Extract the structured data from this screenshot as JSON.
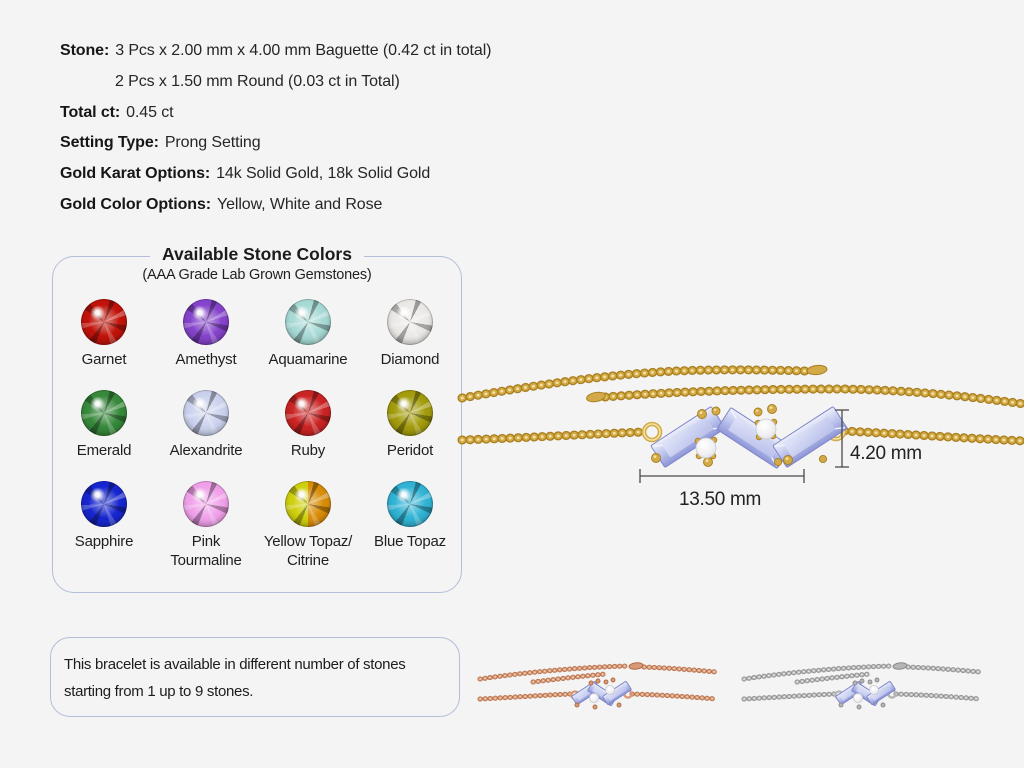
{
  "css_vars": {
    "--bg": "#f4f4f4",
    "--text": "#222222",
    "--border-blue": "#b2bfd6",
    "--stone-light": "#eef0fb",
    "--stone-mid": "#b9c0ea",
    "--stone-dark": "#8e96d8",
    "--stone-inner": "#dfe3f8"
  },
  "specs": {
    "rows": [
      {
        "label": "Stone:",
        "value": "3 Pcs x 2.00 mm x 4.00 mm Baguette (0.42 ct in total)"
      },
      {
        "label": "",
        "value": "2 Pcs x 1.50 mm Round (0.03 ct in Total)"
      },
      {
        "label": "Total ct:",
        "value": "0.45 ct"
      },
      {
        "label": "Setting Type:",
        "value": "Prong Setting"
      },
      {
        "label": "Gold Karat Options:",
        "value": "14k Solid Gold, 18k Solid Gold"
      },
      {
        "label": "Gold Color Options:",
        "value": "Yellow, White and Rose"
      }
    ]
  },
  "stone_panel": {
    "title": "Available Stone Colors",
    "subtitle": "(AAA Grade Lab Grown Gemstones)",
    "stones": [
      {
        "name": "Garnet",
        "color": "#c1130a",
        "dark": "#5e0505"
      },
      {
        "name": "Amethyst",
        "color": "#8544cb",
        "dark": "#41187e"
      },
      {
        "name": "Aquamarine",
        "color": "#a7dad5",
        "dark": "#5ba59f"
      },
      {
        "name": "Diamond",
        "color": "#ebe9e6",
        "dark": "#b5b3ae"
      },
      {
        "name": "Emerald",
        "color": "#37893b",
        "dark": "#124716"
      },
      {
        "name": "Alexandrite",
        "color": "#cbd2ee",
        "dark": "#949ecf"
      },
      {
        "name": "Ruby",
        "color": "#cb2424",
        "dark": "#6e0c0c"
      },
      {
        "name": "Peridot",
        "color": "#a39c0d",
        "dark": "#4d4a06"
      },
      {
        "name": "Sapphire",
        "color": "#1726cf",
        "dark": "#0a1070"
      },
      {
        "name": "Pink\nTourmaline",
        "color": "#f0a1ea",
        "dark": "#ce5fc0"
      },
      {
        "name": "Yellow Topaz/\nCitrine",
        "color": "#cfd00e",
        "color2": "#d98d08",
        "dark": "#6b6004"
      },
      {
        "name": "Blue Topaz",
        "color": "#31b3d4",
        "dark": "#0f7292"
      }
    ]
  },
  "diagram": {
    "height_label": "4.20 mm",
    "width_label": "13.50 mm"
  },
  "note": {
    "text": "This bracelet is available in different number of stones\nstarting from 1 up to 9 stones."
  },
  "metals": {
    "yellow": {
      "name": "Yellow Gold",
      "dark": "#a97e1e",
      "mid": "#d3aa48",
      "light": "#f3e3a4"
    },
    "rose": {
      "name": "Rose Gold",
      "dark": "#b06a42",
      "mid": "#d89976",
      "light": "#f4d2bd"
    },
    "white": {
      "name": "White Gold",
      "dark": "#8a8a8a",
      "mid": "#b5b5b5",
      "light": "#ebebeb"
    }
  }
}
